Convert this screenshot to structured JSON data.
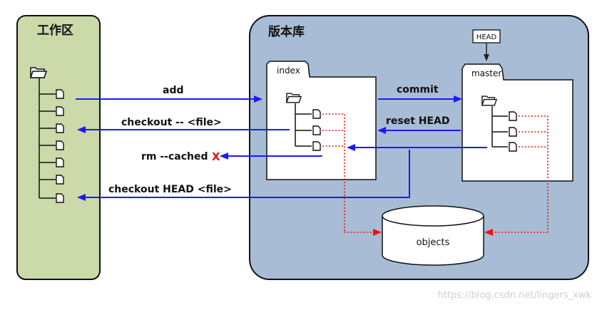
{
  "panels": {
    "workspace": "工作区",
    "repository": "版本库"
  },
  "areas": {
    "index": "index",
    "master": "master",
    "head_ref": "HEAD",
    "objects": "objects"
  },
  "commands": {
    "add": "add",
    "checkout_file": "checkout -- <file>",
    "rm_cached": "rm --cached",
    "rm_cached_mark": "X",
    "checkout_head_file": "checkout HEAD <file>",
    "commit": "commit",
    "reset_head": "reset HEAD"
  },
  "watermark": "https://blog.csdn.net/lingers_xwk",
  "colors": {
    "workspace_fill": "#ccd9a8",
    "repository_fill": "#a8bcd6",
    "arrow_blue": "#1a1aff",
    "arrow_red": "#ee1111",
    "outline": "#111111"
  }
}
